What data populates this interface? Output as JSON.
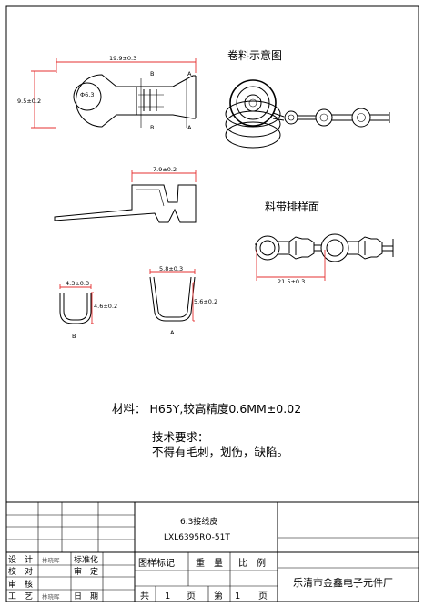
{
  "colors": {
    "line": "#000000",
    "dimension": "#e53030",
    "background": "#ffffff"
  },
  "labels": {
    "reel_title": "卷料示意图",
    "strip_title": "料带排样面",
    "hole": "Φ6.3",
    "width": "19.9±0.3",
    "height": "9.5±0.2",
    "section_a": "A",
    "section_b": "B",
    "side_len": "7.9±0.2",
    "pitch": "21.5±0.3",
    "b_width": "4.3±0.3",
    "b_height": "4.6±0.2",
    "b_caption": "B",
    "a_width": "5.8±0.3",
    "a_height": "5.6±0.2",
    "a_caption": "A"
  },
  "notes": {
    "material": "材料： H65Y,较高精度0.6MM±0.02",
    "req_title": "技术要求：",
    "req_text": "不得有毛刺，划伤，缺陷。"
  },
  "title_block": {
    "part_name": "6.3接线皮",
    "part_code": "LXL6395RO-51T",
    "rows": [
      {
        "role": "设　计",
        "stamp": "林晓晖",
        "action": "标准化"
      },
      {
        "role": "校　对",
        "stamp": "",
        "action": "审　定"
      },
      {
        "role": "审　核",
        "stamp": "",
        "action": ""
      },
      {
        "role": "工　艺",
        "stamp": "林晓晖",
        "action": "日　期"
      }
    ],
    "mark_label": "图样标记",
    "weight_label": "重　量",
    "scale_label": "比　例",
    "total_label": "共",
    "total_pages": "1",
    "page_unit": "页",
    "sheet_label": "第",
    "sheet_no": "1",
    "sheet_unit": "页",
    "company": "乐清市金鑫电子元件厂"
  }
}
